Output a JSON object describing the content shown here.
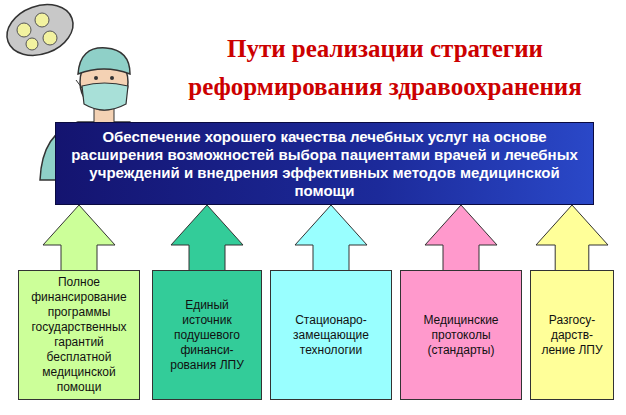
{
  "diagram": {
    "title": "Пути реализации стратегии реформирования здравоохранения",
    "nodes": [
      {
        "text": [
          "Обеспечение хорошего качества лечебных услуг на основе расширения возможностей выбора пациентами врачей и лечебных учреждений и внедрения эффективных методов медицинской помощи"
        ]
      },
      {
        "text": [
          "Полное финансирование программы государственных гарантий бесплатной медицинской помощи"
        ]
      },
      {
        "text": [
          "Единый источник подушевого финанси- рования ЛПУ"
        ]
      },
      {
        "text": [
          "Стационаро- замещающие технологии"
        ]
      },
      {
        "text": [
          "Медицинские протоколы (стандарты)"
        ]
      },
      {
        "text": [
          "Разгосу- дарств- ление ЛПУ"
        ]
      }
    ],
    "edges": [
      {
        "from": 1,
        "to": 0,
        "arrow": "to"
      },
      {
        "from": 2,
        "to": 0,
        "arrow": "to"
      },
      {
        "from": 3,
        "to": 0,
        "arrow": "to"
      },
      {
        "from": 4,
        "to": 0,
        "arrow": "to"
      },
      {
        "from": 5,
        "to": 0,
        "arrow": "to"
      }
    ]
  }
}
